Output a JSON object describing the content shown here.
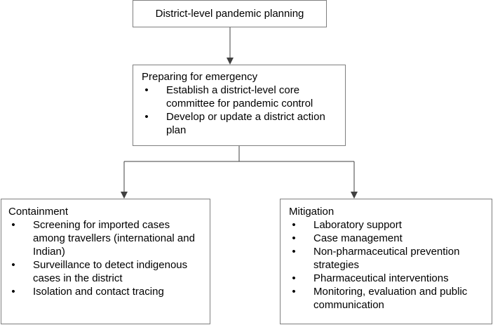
{
  "top": {
    "title": "District-level pandemic planning"
  },
  "preparing": {
    "title": "Preparing for emergency",
    "items": [
      "Establish a district-level core committee for pandemic control",
      "Develop or update a district action plan"
    ]
  },
  "containment": {
    "title": "Containment",
    "items": [
      "Screening for imported cases among travellers (international and Indian)",
      "Surveillance to detect indigenous cases in the district",
      "Isolation and contact tracing"
    ]
  },
  "mitigation": {
    "title": "Mitigation",
    "items": [
      "Laboratory support",
      "Case management",
      "Non-pharmaceutical prevention strategies",
      "Pharmaceutical interventions",
      "Monitoring, evaluation and public communication"
    ]
  },
  "bullet_char": "•",
  "colors": {
    "border": "#7f7f7f",
    "line": "#404040",
    "text": "#000000"
  }
}
